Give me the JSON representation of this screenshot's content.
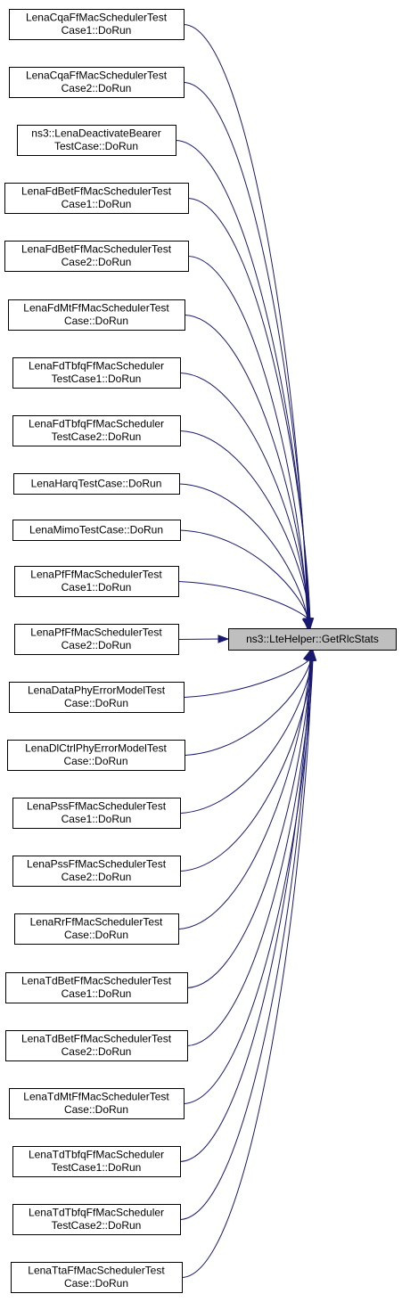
{
  "target": {
    "label": "ns3::LteHelper::GetRlcStats",
    "fill_color": "#bfbfbf"
  },
  "edge_color": "#191970",
  "callers": [
    {
      "line1": "LenaCqaFfMacSchedulerTest",
      "line2": "Case1::DoRun"
    },
    {
      "line1": "LenaCqaFfMacSchedulerTest",
      "line2": "Case2::DoRun"
    },
    {
      "line1": "ns3::LenaDeactivateBearer",
      "line2": "TestCase::DoRun"
    },
    {
      "line1": "LenaFdBetFfMacSchedulerTest",
      "line2": "Case1::DoRun"
    },
    {
      "line1": "LenaFdBetFfMacSchedulerTest",
      "line2": "Case2::DoRun"
    },
    {
      "line1": "LenaFdMtFfMacSchedulerTest",
      "line2": "Case::DoRun"
    },
    {
      "line1": "LenaFdTbfqFfMacScheduler",
      "line2": "TestCase1::DoRun"
    },
    {
      "line1": "LenaFdTbfqFfMacScheduler",
      "line2": "TestCase2::DoRun"
    },
    {
      "line1": "LenaHarqTestCase::DoRun",
      "line2": ""
    },
    {
      "line1": "LenaMimoTestCase::DoRun",
      "line2": ""
    },
    {
      "line1": "LenaPfFfMacSchedulerTest",
      "line2": "Case1::DoRun"
    },
    {
      "line1": "LenaPfFfMacSchedulerTest",
      "line2": "Case2::DoRun"
    },
    {
      "line1": "LenaDataPhyErrorModelTest",
      "line2": "Case::DoRun"
    },
    {
      "line1": "LenaDlCtrlPhyErrorModelTest",
      "line2": "Case::DoRun"
    },
    {
      "line1": "LenaPssFfMacSchedulerTest",
      "line2": "Case1::DoRun"
    },
    {
      "line1": "LenaPssFfMacSchedulerTest",
      "line2": "Case2::DoRun"
    },
    {
      "line1": "LenaRrFfMacSchedulerTest",
      "line2": "Case::DoRun"
    },
    {
      "line1": "LenaTdBetFfMacSchedulerTest",
      "line2": "Case1::DoRun"
    },
    {
      "line1": "LenaTdBetFfMacSchedulerTest",
      "line2": "Case2::DoRun"
    },
    {
      "line1": "LenaTdMtFfMacSchedulerTest",
      "line2": "Case::DoRun"
    },
    {
      "line1": "LenaTdTbfqFfMacScheduler",
      "line2": "TestCase1::DoRun"
    },
    {
      "line1": "LenaTdTbfqFfMacScheduler",
      "line2": "TestCase2::DoRun"
    },
    {
      "line1": "LenaTtaFfMacSchedulerTest",
      "line2": "Case::DoRun"
    }
  ]
}
